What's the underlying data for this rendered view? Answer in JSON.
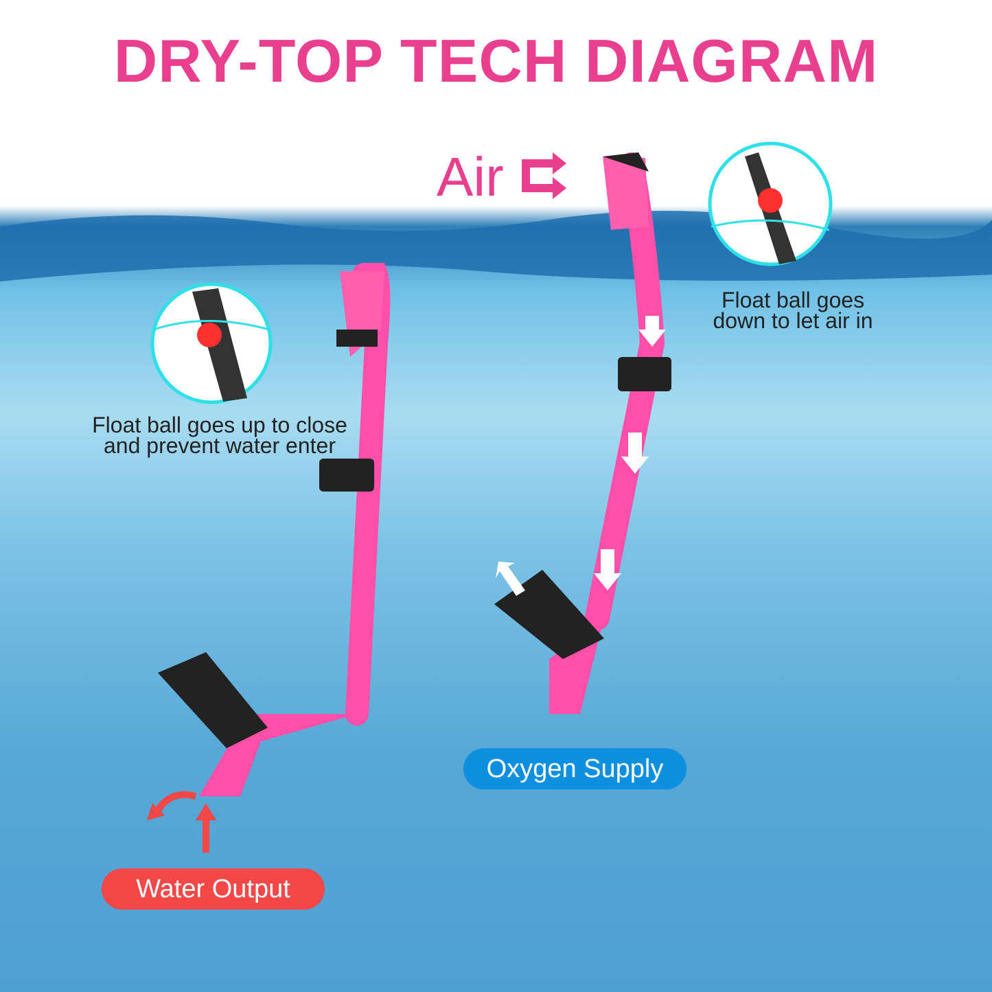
{
  "title": "DRY-TOP TECH DIAGRAM",
  "air_label": "Air",
  "notes": {
    "left": [
      "Float ball goes up to close",
      "and prevent water enter"
    ],
    "right": [
      "Float ball goes",
      "down to let air in"
    ]
  },
  "badges": {
    "water_output": "Water Output",
    "oxygen_supply": "Oxygen Supply"
  },
  "colors": {
    "title": "#e8408f",
    "snorkel": "#ff4fa8",
    "water_badge": "#f44848",
    "oxygen_badge": "#0f8fe0",
    "callout_ring": "#2fe0e8"
  },
  "icons": [
    "air-arrows-icon",
    "flow-arrow-icon",
    "float-ball-callout-icon"
  ]
}
